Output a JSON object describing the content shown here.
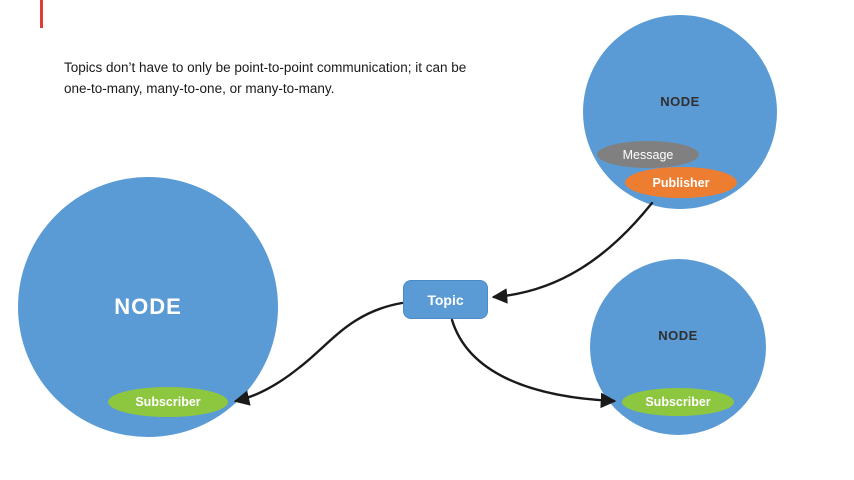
{
  "slide": {
    "annotation": "Topics don’t have to only be point-to-point communication; it can be one-to-many, many-to-one, or many-to-many."
  },
  "topic": {
    "label": "Topic"
  },
  "nodes": {
    "left": {
      "label": "NODE",
      "subscriber": "Subscriber"
    },
    "top_right": {
      "label": "NODE",
      "message": "Message",
      "publisher": "Publisher"
    },
    "bottom_right": {
      "label": "NODE",
      "subscriber": "Subscriber"
    }
  },
  "colors": {
    "node_fill": "#5B9BD5",
    "subscriber_fill": "#8DC63F",
    "publisher_fill": "#ED7D31",
    "message_fill": "#808080",
    "arrow": "#1A1A1A",
    "red_marker": "#E03C31"
  }
}
